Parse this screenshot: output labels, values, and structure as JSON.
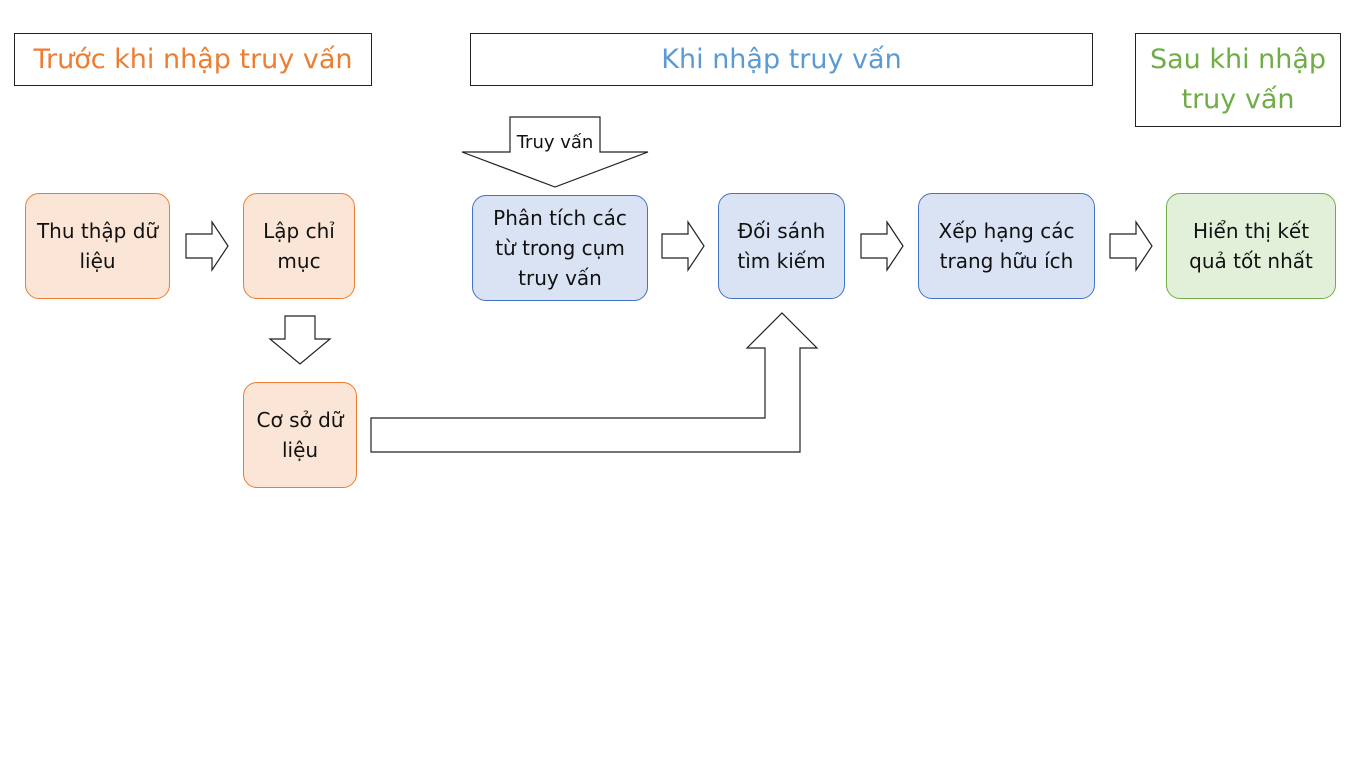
{
  "headers": {
    "before": "Trước khi nhập truy vấn",
    "during": "Khi nhập truy vấn",
    "after": "Sau khi nhập truy vấn"
  },
  "boxes": {
    "collect": "Thu thập dữ liệu",
    "index": "Lập chỉ mục",
    "database": "Cơ sở dữ liệu",
    "analyze": "Phân tích các từ trong cụm truy vấn",
    "match": "Đối sánh tìm kiếm",
    "rank": "Xếp hạng các trang hữu ích",
    "show": "Hiển thị kết quả tốt nhất"
  },
  "query_label": "Truy vấn",
  "colors": {
    "before": "#ED7D31",
    "during": "#5B9BD5",
    "after": "#70AD47"
  }
}
